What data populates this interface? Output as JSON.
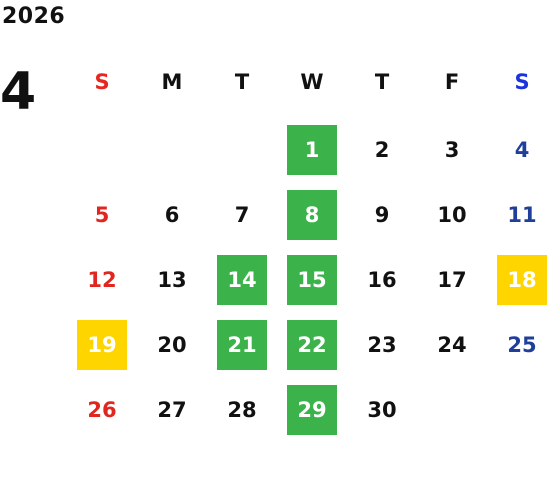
{
  "calendar": {
    "year": "2026",
    "month": "4",
    "weekdays": [
      {
        "label": "S",
        "color": "#e8261e"
      },
      {
        "label": "M",
        "color": "#111111"
      },
      {
        "label": "T",
        "color": "#111111"
      },
      {
        "label": "W",
        "color": "#111111"
      },
      {
        "label": "T",
        "color": "#111111"
      },
      {
        "label": "F",
        "color": "#111111"
      },
      {
        "label": "S",
        "color": "#1a33e0"
      }
    ],
    "colors": {
      "sunday": "#e0261e",
      "weekday": "#111111",
      "saturday": "#1f3f99",
      "highlight_green": "#3cb34a",
      "highlight_yellow": "#ffd500",
      "highlight_text": "#ffffff"
    },
    "weeks": [
      [
        {
          "day": ""
        },
        {
          "day": ""
        },
        {
          "day": ""
        },
        {
          "day": "1",
          "highlight": "green"
        },
        {
          "day": "2"
        },
        {
          "day": "3"
        },
        {
          "day": "4"
        }
      ],
      [
        {
          "day": "5"
        },
        {
          "day": "6"
        },
        {
          "day": "7"
        },
        {
          "day": "8",
          "highlight": "green"
        },
        {
          "day": "9"
        },
        {
          "day": "10"
        },
        {
          "day": "11"
        }
      ],
      [
        {
          "day": "12"
        },
        {
          "day": "13"
        },
        {
          "day": "14",
          "highlight": "green"
        },
        {
          "day": "15",
          "highlight": "green"
        },
        {
          "day": "16"
        },
        {
          "day": "17"
        },
        {
          "day": "18",
          "highlight": "yellow"
        }
      ],
      [
        {
          "day": "19",
          "highlight": "yellow"
        },
        {
          "day": "20"
        },
        {
          "day": "21",
          "highlight": "green"
        },
        {
          "day": "22",
          "highlight": "green"
        },
        {
          "day": "23"
        },
        {
          "day": "24"
        },
        {
          "day": "25"
        }
      ],
      [
        {
          "day": "26"
        },
        {
          "day": "27"
        },
        {
          "day": "28"
        },
        {
          "day": "29",
          "highlight": "green"
        },
        {
          "day": "30"
        },
        {
          "day": ""
        },
        {
          "day": ""
        }
      ]
    ]
  }
}
